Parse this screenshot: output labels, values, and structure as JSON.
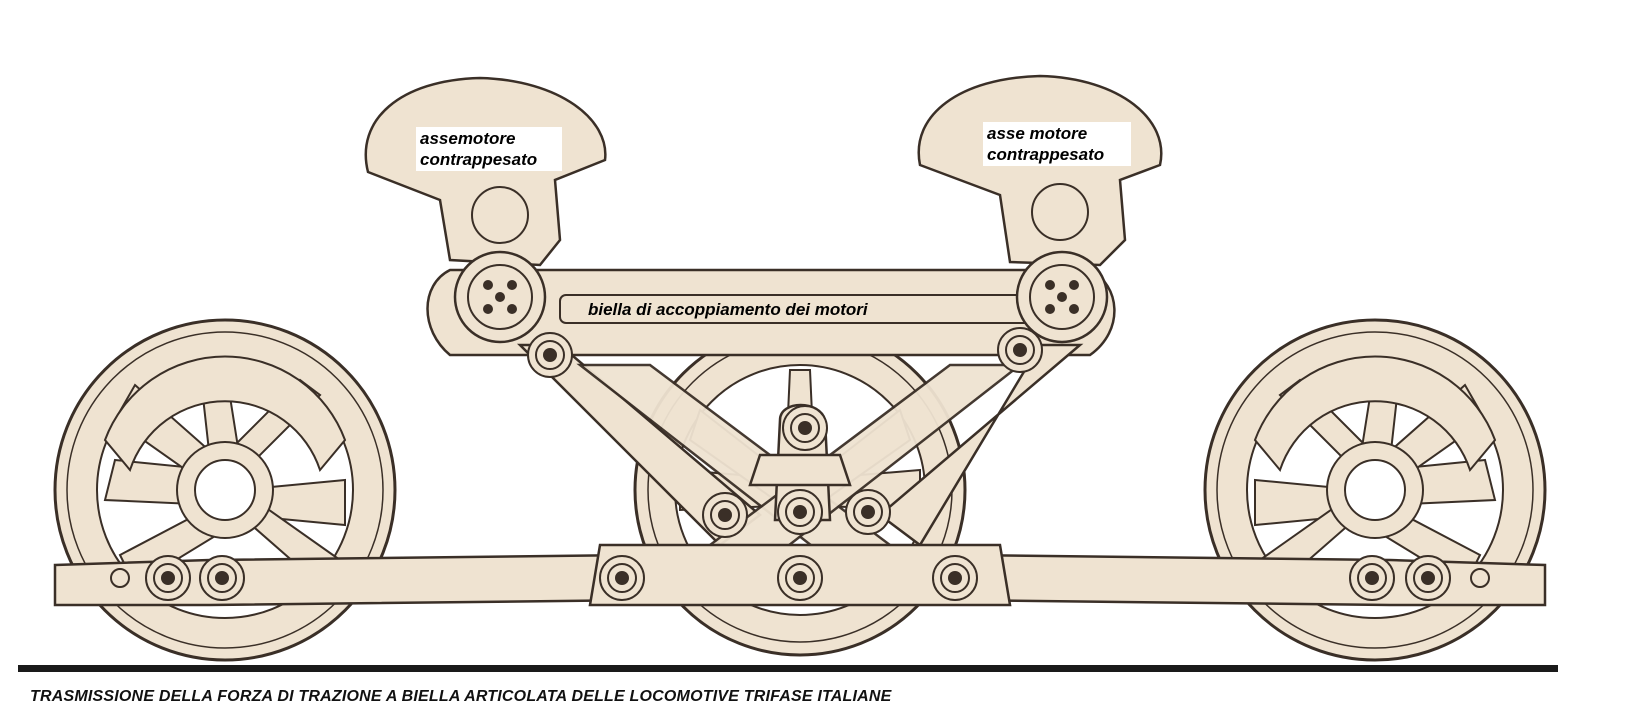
{
  "labels": {
    "left_counterweight": "assemotore contrappesato",
    "right_counterweight": "asse motore contrappesato",
    "coupling_rod": "biella di accoppiamento dei motori"
  },
  "caption": "TRASMISSIONE DELLA FORZA DI TRAZIONE A BIELLA ARTICOLATA DELLE LOCOMOTIVE TRIFASE ITALIANE",
  "colors": {
    "part_fill": "#efe3d1",
    "outline": "#3a2f27",
    "spokes_gap": "#ffffff",
    "rail": "#1a1a1a"
  }
}
